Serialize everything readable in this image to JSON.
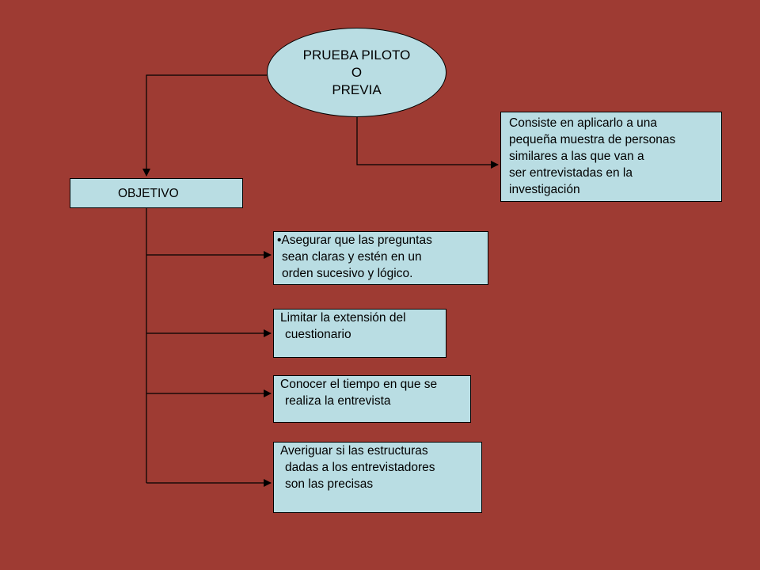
{
  "diagram": {
    "title_lines": [
      "PRUEBA PILOTO",
      "O",
      "PREVIA"
    ],
    "objective_label": "OBJETIVO",
    "definition_lines": [
      "Consiste en aplicarlo a una",
      "pequeña muestra de personas",
      "similares a las que van a",
      "ser entrevistadas en la",
      "investigación"
    ],
    "objectives": [
      {
        "lines": [
          "•Asegurar que las preguntas",
          "sean claras y estén en un",
          "orden sucesivo y lógico."
        ]
      },
      {
        "lines": [
          "Limitar la extensión del",
          "cuestionario"
        ]
      },
      {
        "lines": [
          "Conocer el tiempo en que se",
          "realiza la entrevista"
        ]
      },
      {
        "lines": [
          "Averiguar si las estructuras",
          "dadas a los entrevistadores",
          "son las precisas"
        ]
      }
    ],
    "colors": {
      "background": "#9e3b33",
      "box_fill": "#b9dde3",
      "stroke": "#000000"
    }
  }
}
